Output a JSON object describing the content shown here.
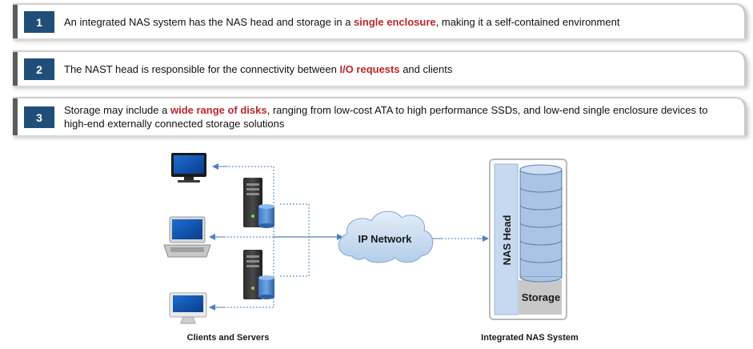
{
  "points": [
    {
      "number": "1",
      "before": "An integrated NAS system has the NAS head and storage in a ",
      "highlight": "single enclosure",
      "after": ", making it a self-contained environment"
    },
    {
      "number": "2",
      "before": "The NAST head is responsible for the connectivity between ",
      "highlight": "I/O requests",
      "after": " and clients"
    },
    {
      "number": "3",
      "before": "Storage may include a ",
      "highlight": "wide range of disks",
      "after": ", ranging from low-cost ATA to high performance SSDs, and low-end single enclosure devices to high-end externally connected storage solutions"
    }
  ],
  "diagram": {
    "network_label": "IP Network",
    "nas_head_label": "NAS Head",
    "storage_label": "Storage",
    "clients_caption": "Clients and Servers",
    "nas_caption": "Integrated NAS System"
  },
  "colors": {
    "highlight": "#c0262c",
    "number_box": "#1f4e79",
    "link_line": "#4f81bd",
    "cloud": "#c5dcf2",
    "nas_head_fill": "#c6d9f1",
    "disk_fill": "#a9c4e4"
  }
}
